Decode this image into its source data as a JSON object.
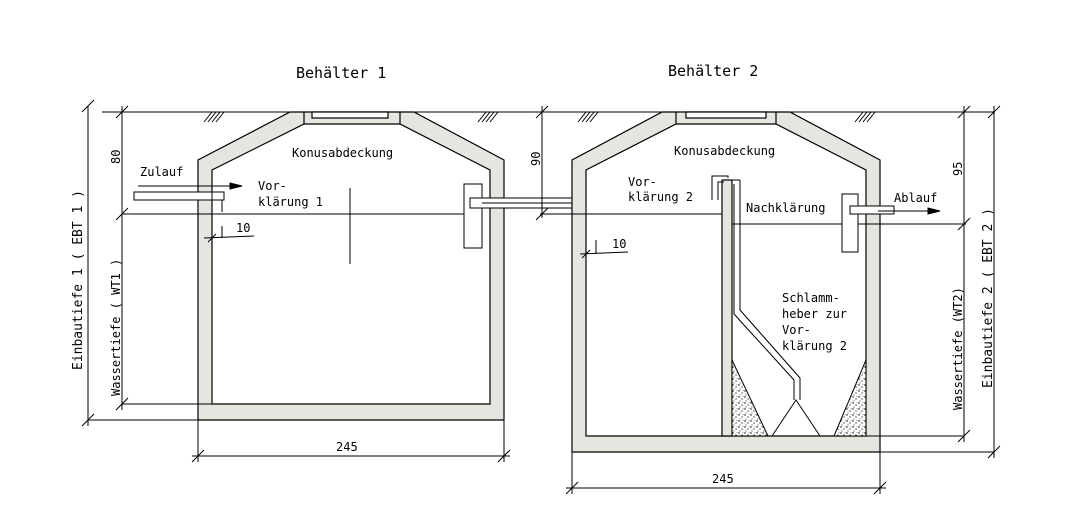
{
  "tank1": {
    "title": "Behälter 1",
    "cover": "Konusabdeckung",
    "inlet": "Zulauf",
    "chamber_line1": "Vor-",
    "chamber_line2": "klärung 1",
    "dim_cover": "80",
    "dim_drop": "10",
    "width": "245",
    "water_depth": "Wassertiefe ( WT1 )",
    "install_depth": "Einbautiefe 1 ( EBT 1 )"
  },
  "tank2": {
    "title": "Behälter 2",
    "cover": "Konusabdeckung",
    "chamber_line1": "Vor-",
    "chamber_line2": "klärung 2",
    "chamber2": "Nachklärung",
    "outlet": "Ablauf",
    "dim_cover": "90",
    "dim_top": "95",
    "dim_drop": "10",
    "width": "245",
    "sludge_line1": "Schlamm-",
    "sludge_line2": "heber zur",
    "sludge_line3": "Vor-",
    "sludge_line4": "klärung 2",
    "water_depth": "Wassertiefe (WT2)",
    "install_depth": "Einbautiefe 2 ( EBT 2 )"
  },
  "colors": {
    "wall_fill": "#e6e6e1",
    "line": "#000000"
  }
}
